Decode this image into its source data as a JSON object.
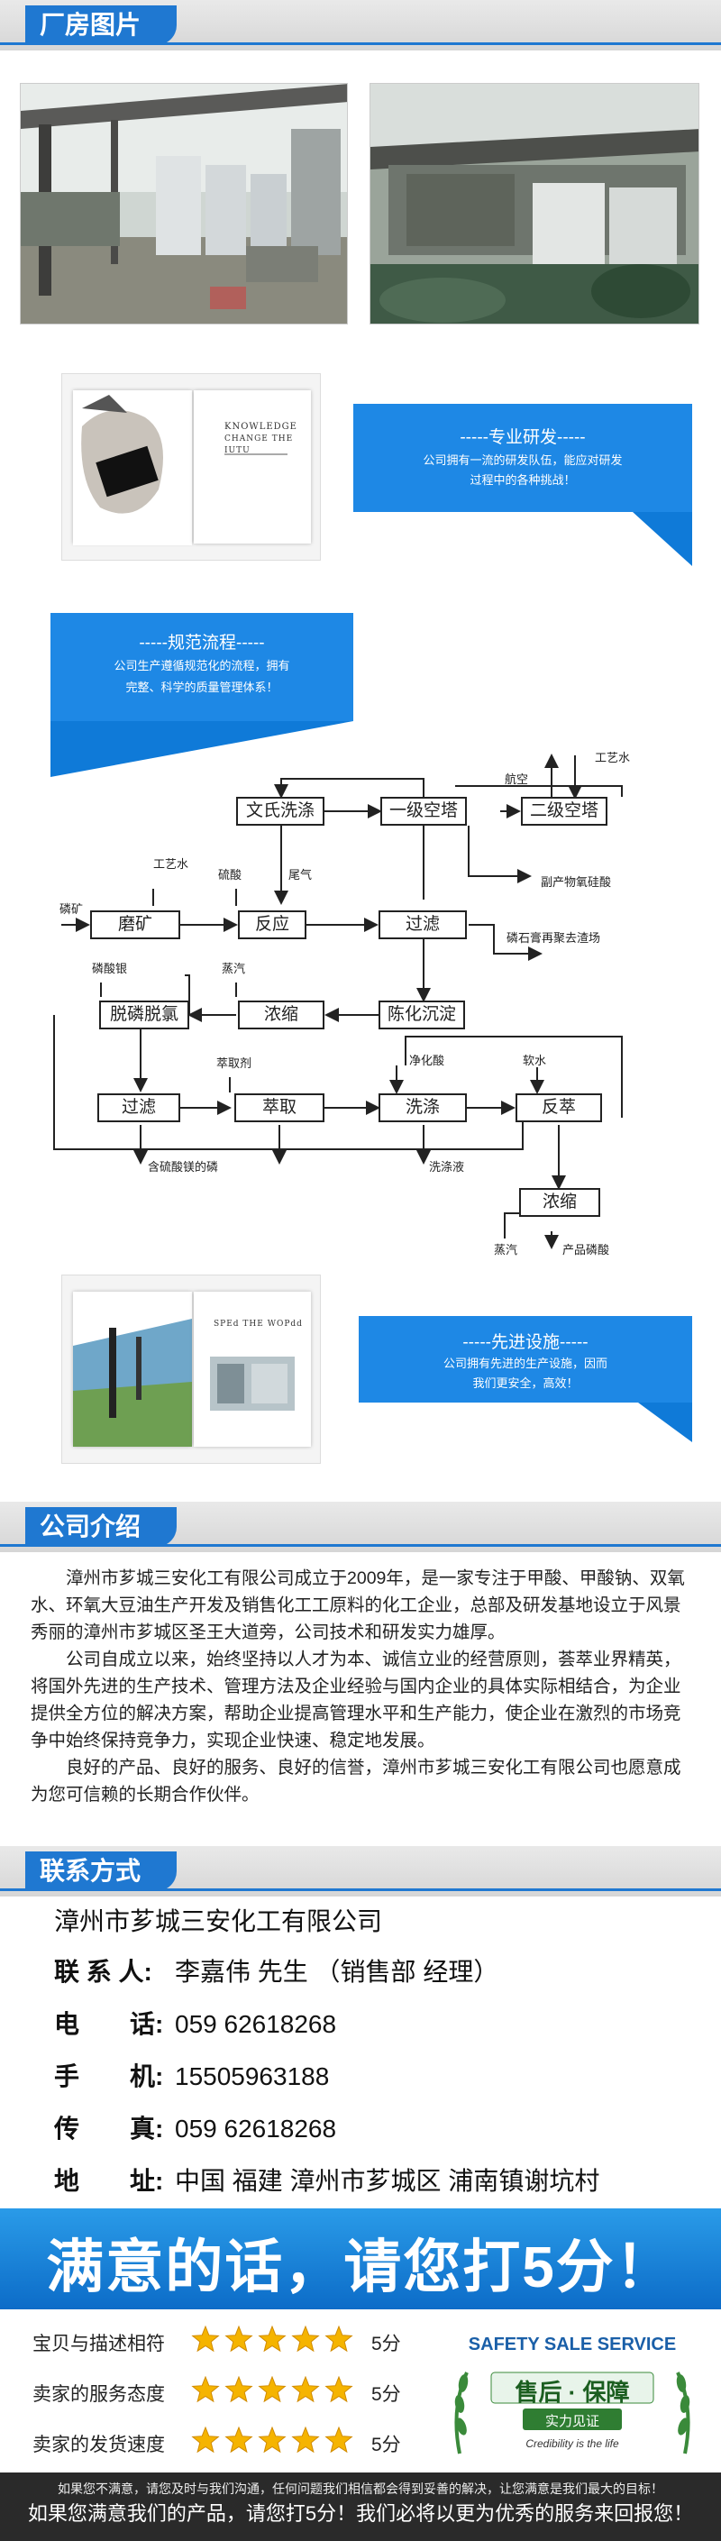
{
  "sections": {
    "factory": "厂房图片",
    "intro": "公司介绍",
    "contact": "联系方式"
  },
  "book1": {
    "header1": "KNOWLEDGE",
    "header2": "CHANGE THE IUTU"
  },
  "book2": {
    "header": "SPEd THE WOPdd"
  },
  "callouts": {
    "rd": {
      "title": "-----专业研发-----",
      "text1": "公司拥有一流的研发队伍，能应对研发",
      "text2": "过程中的各种挑战！"
    },
    "process": {
      "title": "-----规范流程-----",
      "text1": "公司生产遵循规范化的流程，拥有",
      "text2": "完整、科学的质量管理体系！"
    },
    "equip": {
      "title": "-----先进设施-----",
      "text1": "公司拥有先进的生产设施，因而",
      "text2": "我们更安全，高效！"
    }
  },
  "flow": {
    "boxes": {
      "wenshi": "文氏洗涤",
      "yiji": "一级空塔",
      "erji": "二级空塔",
      "mokuang": "磨矿",
      "fanying": "反应",
      "guolv1": "过滤",
      "tuolin": "脱磷脱氯",
      "nongsuo1": "浓缩",
      "chenhua": "陈化沉淀",
      "guolv2": "过滤",
      "cuiqu": "萃取",
      "xidi": "洗涤",
      "fancui": "反萃",
      "nongsuo2": "浓缩"
    },
    "labels": {
      "gongyishui_top": "工艺水",
      "hangkong": "航空",
      "weiqi": "尾气",
      "liusuan": "硫酸",
      "gongyishui_left": "工艺水",
      "linkuang": "磷矿",
      "fuchan": "副产物氧硅酸",
      "linshigao": "磷石膏再聚去渣场",
      "linsuanyin": "磷酸银",
      "zhengqi1": "蒸汽",
      "cuiquji": "萃取剂",
      "jinghuasuan": "净化酸",
      "ruanshui": "软水",
      "hanliu": "含硫酸镁的磷",
      "xidiye": "洗涤液",
      "zhengqi2": "蒸汽",
      "chanpin": "产品磷酸"
    }
  },
  "intro": {
    "p1": "漳州市芗城三安化工有限公司成立于2009年，是一家专注于甲酸、甲酸钠、双氧水、环氧大豆油生产开发及销售化工工原料的化工企业，总部及研发基地设立于风景秀丽的漳州市芗城区圣王大道旁，公司技术和研发实力雄厚。",
    "p2": "公司自成立以来，始终坚持以人才为本、诚信立业的经营原则，荟萃业界精英，将国外先进的生产技术、管理方法及企业经验与国内企业的具体实际相结合，为企业提供全方位的解决方案，帮助企业提高管理水平和生产能力，使企业在激烈的市场竞争中始终保持竞争力，实现企业快速、稳定地发展。",
    "p3": "良好的产品、良好的服务、良好的信誉，漳州市芗城三安化工有限公司也愿意成为您可信赖的长期合作伙伴。"
  },
  "contact": {
    "company": "漳州市芗城三安化工有限公司",
    "person_k": "联 系 人:",
    "person_v": "李嘉伟 先生 （销售部 经理）",
    "tel_k": "电　　话:",
    "tel_v": "059 62618268",
    "mobile_k": "手　　机:",
    "mobile_v": "15505963188",
    "fax_k": "传　　真:",
    "fax_v": "059 62618268",
    "addr_k": "地　　址:",
    "addr_v": "中国 福建 漳州市芗城区 浦南镇谢坑村"
  },
  "banner": {
    "text": "满意的话，请您打5分！"
  },
  "ratings": [
    {
      "label": "宝贝与描述相符",
      "stars": 5,
      "score": "5分"
    },
    {
      "label": "卖家的服务态度",
      "stars": 5,
      "score": "5分"
    },
    {
      "label": "卖家的发货速度",
      "stars": 5,
      "score": "5分"
    }
  ],
  "badge": {
    "line1": "SAFETY SALE SERVICE",
    "line2": "售后 · 保障",
    "line3": "实力见证",
    "line4": "Credibility is the life"
  },
  "footer": {
    "line1": "如果您不满意，请您及时与我们沟通，任何问题我们相信都会得到妥善的解决，让您满意是我们最大的目标！",
    "line2": "如果您满意我们的产品，请您打5分！我们必将以更为优秀的服务来回报您！"
  },
  "colors": {
    "accent": "#1f78d1",
    "star": "#f5b400",
    "banner": "#1a86dc"
  }
}
